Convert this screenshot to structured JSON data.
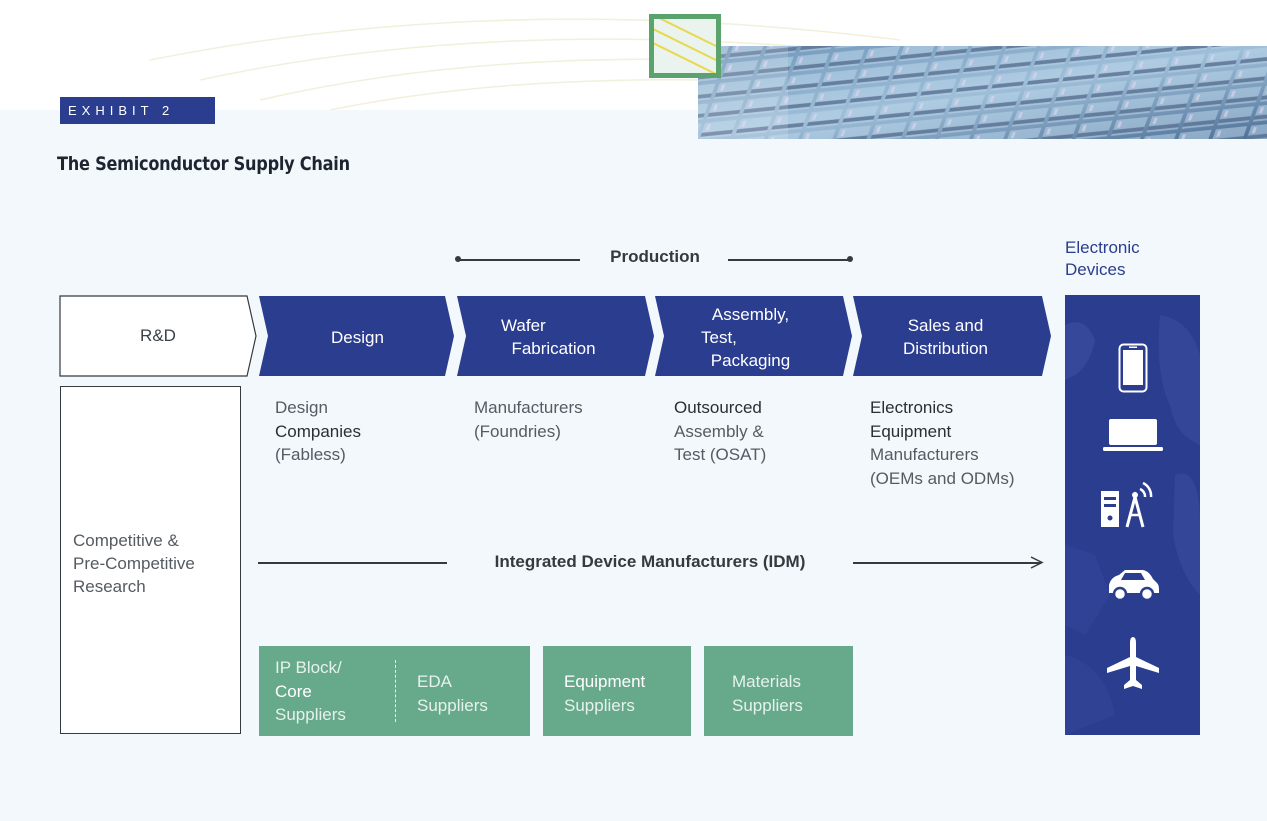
{
  "header": {
    "exhibit_label": "EXHIBIT 2",
    "title": "The Semiconductor Supply Chain"
  },
  "production_label": "Production",
  "stages": {
    "rd": "R&D",
    "design": "Design",
    "wafer_line1": "Wafer",
    "wafer_line2": "Fabrication",
    "assembly_line1": "Assembly,",
    "assembly_line2": "Test,",
    "assembly_line3": "Packaging",
    "sales_line1": "Sales and",
    "sales_line2": "Distribution"
  },
  "research": {
    "line1": "Competitive &",
    "line2": "Pre-Competitive",
    "line3": "Research"
  },
  "descriptions": {
    "design": [
      "Design",
      "Companies",
      "(Fabless)"
    ],
    "wafer": [
      "Manufacturers",
      "(Foundries)"
    ],
    "assembly": [
      "Outsourced",
      "Assembly &",
      "Test (OSAT)"
    ],
    "sales": [
      "Electronics",
      "Equipment",
      "Manufacturers",
      "(OEMs and ODMs)"
    ]
  },
  "idm_label": "Integrated Device Manufacturers (IDM)",
  "suppliers": {
    "ip_line1": "IP Block/",
    "ip_line2": "Core",
    "ip_line3": "Suppliers",
    "eda_line1": "EDA",
    "eda_line2": "Suppliers",
    "equipment_line1": "Equipment",
    "equipment_line2": "Suppliers",
    "materials_line1": "Materials",
    "materials_line2": "Suppliers"
  },
  "devices": {
    "title_line1": "Electronic",
    "title_line2": "Devices",
    "icons": [
      "smartphone-icon",
      "laptop-icon",
      "server-antenna-icon",
      "car-icon",
      "airplane-icon"
    ]
  },
  "colors": {
    "navy": "#2b3d8f",
    "green": "#67a98b",
    "background": "#f2f8fc",
    "logo_green": "#5aa36c",
    "logo_yellow": "#e8d84a"
  }
}
